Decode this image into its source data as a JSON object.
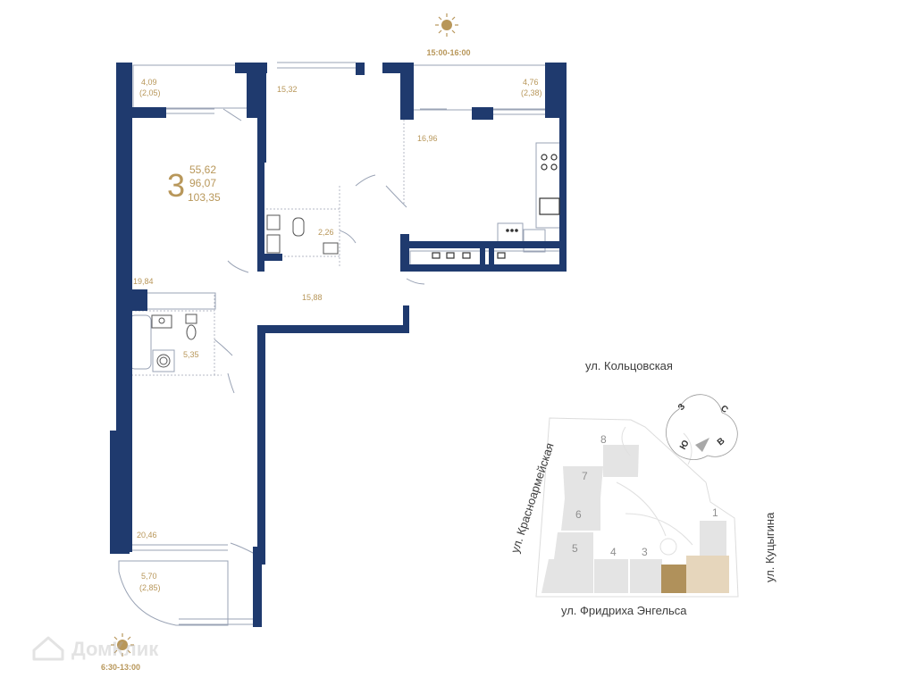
{
  "colors": {
    "wall": "#1f3a6e",
    "accent": "#b8975a",
    "text": "#3c3c3c",
    "muted": "#9a9a9a",
    "block": "#e4e4e4",
    "block_highlight": "#b0915b",
    "block_section": "#e6d6bc"
  },
  "plan": {
    "rooms_count": "3",
    "area_living": "55,62",
    "area_total": "96,07",
    "area_with_balconies": "103,35",
    "sun_top_time": "15:00-16:00",
    "sun_bottom_time": "6:30-13:00",
    "room_areas": {
      "balcony_left": "4,09",
      "balcony_left_reduced": "(2,05)",
      "room_top_middle": "15,32",
      "balcony_right": "4,76",
      "balcony_right_reduced": "(2,38)",
      "kitchen": "16,96",
      "toilet": "2,26",
      "living_room": "19,84",
      "hall": "15,88",
      "bathroom": "5,35",
      "bedroom": "20,46",
      "balcony_bottom": "5,70",
      "balcony_bottom_reduced": "(2,85)"
    }
  },
  "site_plan": {
    "street_top": "ул. Кольцовская",
    "street_left": "ул. Красноармейская",
    "street_right": "ул. Куцыгина",
    "street_bottom": "ул. Фридриха Энгельса",
    "building_numbers": [
      "8",
      "7",
      "6",
      "5",
      "4",
      "3",
      "1"
    ],
    "compass": {
      "north": "С",
      "south": "Ю",
      "west": "З",
      "east": "В"
    }
  },
  "watermark": {
    "text": "ДомКлик",
    "icon": "house-icon"
  }
}
